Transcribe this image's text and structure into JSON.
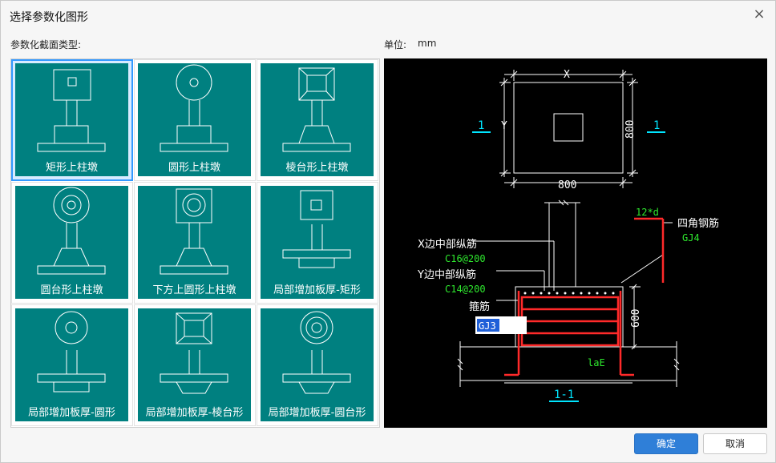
{
  "dialog": {
    "title": "选择参数化图形",
    "close_label": "×"
  },
  "labels": {
    "section_type": "参数化截面类型:",
    "unit_label": "单位:",
    "unit_value": "mm"
  },
  "gallery": {
    "items": [
      {
        "label": "矩形上柱墩",
        "shape": "rect-top",
        "selected": true
      },
      {
        "label": "圆形上柱墩",
        "shape": "circle-top",
        "selected": false
      },
      {
        "label": "棱台形上柱墩",
        "shape": "frustum-top",
        "selected": false
      },
      {
        "label": "圆台形上柱墩",
        "shape": "cone-top",
        "selected": false
      },
      {
        "label": "下方上圆形上柱墩",
        "shape": "square-circle-top",
        "selected": false
      },
      {
        "label": "局部增加板厚-矩形",
        "shape": "rect-bottom",
        "selected": false
      },
      {
        "label": "局部增加板厚-圆形",
        "shape": "circle-bottom",
        "selected": false
      },
      {
        "label": "局部增加板厚-棱台形",
        "shape": "frustum-bottom",
        "selected": false
      },
      {
        "label": "局部增加板厚-圆台形",
        "shape": "cone-bottom",
        "selected": false
      }
    ]
  },
  "preview": {
    "plan": {
      "x_label": "X",
      "y_label": "Y",
      "width_dim": "800",
      "height_dim": "800",
      "section_mark_left": "1",
      "section_mark_right": "1"
    },
    "section": {
      "title": "1-1",
      "anchor_label": "12*d",
      "corner_bar_label": "四角钢筋",
      "corner_bar_code": "GJ4",
      "x_mid_bar_label": "X边中部纵筋",
      "x_mid_bar_value": "C16@200",
      "y_mid_bar_label": "Y边中部纵筋",
      "y_mid_bar_value": "C14@200",
      "stirrup_label": "箍筋",
      "stirrup_input": "GJ3",
      "height_dim": "600",
      "lae_label": "laE"
    },
    "colors": {
      "white": "#ffffff",
      "cyan": "#00e5ff",
      "green": "#2ee82e",
      "red": "#ff2a2a"
    }
  },
  "buttons": {
    "ok": "确定",
    "cancel": "取消"
  }
}
